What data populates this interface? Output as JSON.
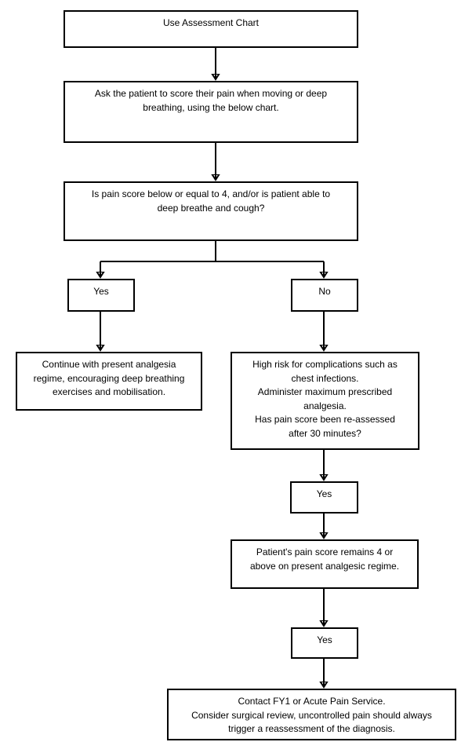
{
  "flowchart": {
    "colors": {
      "line": "#000000",
      "border": "#000000",
      "background": "#ffffff",
      "text": "#000000"
    },
    "nodes": {
      "start": {
        "lines": [
          "Use Assessment Chart"
        ]
      },
      "ask_patient": {
        "lines": [
          "Ask the patient to score their pain when moving or deep",
          "breathing, using the below chart."
        ]
      },
      "decision_pain_score": {
        "lines": [
          "Is pain score below or equal to 4, and/or is patient able to",
          "deep breathe and cough?"
        ]
      },
      "yes_branch": {
        "label": "Yes"
      },
      "no_branch": {
        "label": "No"
      },
      "continue_analgesia": {
        "lines": [
          "Continue with present analgesia",
          "regime, encouraging deep breathing",
          "exercises and mobilisation."
        ]
      },
      "high_risk": {
        "lines": [
          "High risk for complications such as",
          "chest infections.",
          "Administer maximum prescribed",
          "analgesia.",
          "Has pain score been re-assessed",
          "after 30 minutes?"
        ]
      },
      "yes_reassessed": {
        "label": "Yes"
      },
      "pain_remains": {
        "lines": [
          "Patient's pain score remains 4 or",
          "above on present analgesic regime."
        ]
      },
      "yes_remains": {
        "label": "Yes"
      },
      "contact_service": {
        "lines": [
          "Contact FY1 or Acute Pain Service.",
          "Consider surgical review, uncontrolled pain should always",
          "trigger a reassessment of the diagnosis."
        ]
      }
    }
  }
}
